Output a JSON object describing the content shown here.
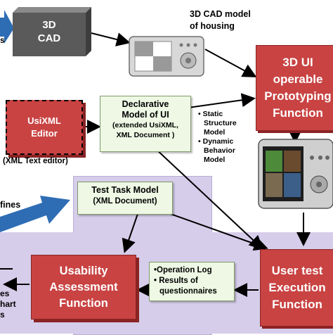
{
  "cad": {
    "line1": "3D",
    "line2": "CAD"
  },
  "cad_model_label": {
    "line1": "3D CAD model",
    "line2": "of housing"
  },
  "prototype_function": {
    "line1": "3D UI",
    "line2": "operable",
    "line3": "Prototyping",
    "line4": "Function"
  },
  "usixml_editor": {
    "line1": "UsiXML",
    "line2": "Editor"
  },
  "xml_text_editor": "(XML Text editor)",
  "declarative_model": {
    "line1": "Declarative",
    "line2": "Model of UI",
    "line3": "(extended  UsiXML,",
    "line4": "XML Document )"
  },
  "model_bullets": {
    "item1_line1": "Static",
    "item1_line2": "Structure",
    "item1_line3": "Model",
    "item2_line1": "Dynamic",
    "item2_line2": "Behavior",
    "item2_line3": "Model"
  },
  "defines_label": "fines",
  "left_stub_label": "s",
  "test_task_model": {
    "line1": "Test Task Model",
    "line2": "(XML Document)"
  },
  "usability_function": {
    "line1": "Usability",
    "line2": "Assessment",
    "line3": "Function"
  },
  "results_note": {
    "item1": "Operation Log",
    "item2_line1": "Results of",
    "item2_line2": "questionnaires"
  },
  "user_test_function": {
    "line1": "User test",
    "line2": "Execution",
    "line3": "Function"
  },
  "bottom_left_text": {
    "line1": "es",
    "line2": "hart",
    "line3": "s"
  },
  "colors": {
    "red_box": "#c94343",
    "note_fill": "#eef8e4",
    "background_region": "#d6cdea",
    "arrow_blue": "#2e6db4",
    "cad_box": "#5a5a5a"
  }
}
